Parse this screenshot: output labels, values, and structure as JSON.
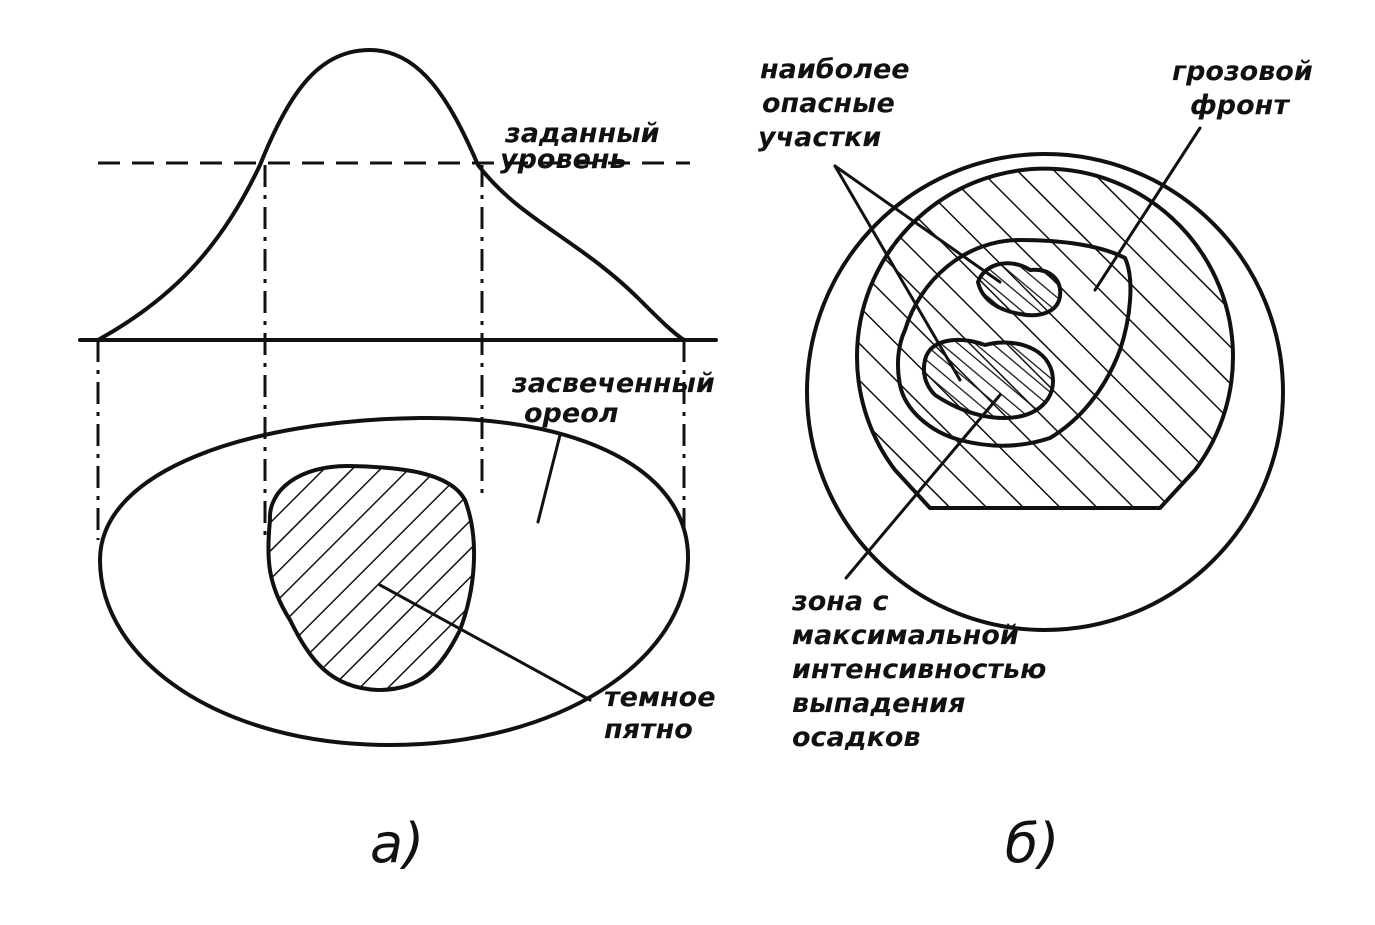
{
  "panel_a": {
    "label": "а)",
    "set_level_line1": "заданный",
    "set_level_line2": "уровень",
    "halo_line1": "засвеченный",
    "halo_line2": "ореол",
    "dark_spot_line1": "темное",
    "dark_spot_line2": "пятно"
  },
  "panel_b": {
    "label": "б)",
    "most_dangerous_line1": "наиболее",
    "most_dangerous_line2": "опасные",
    "most_dangerous_line3": "участки",
    "storm_front_line1": "грозовой",
    "storm_front_line2": "фронт",
    "max_zone_line1": "зона с",
    "max_zone_line2": "максимальной",
    "max_zone_line3": "интенсивностью",
    "max_zone_line4": "выпадения",
    "max_zone_line5": "осадков"
  },
  "colors": {
    "ink": "#111111",
    "paper": "#ffffff"
  }
}
